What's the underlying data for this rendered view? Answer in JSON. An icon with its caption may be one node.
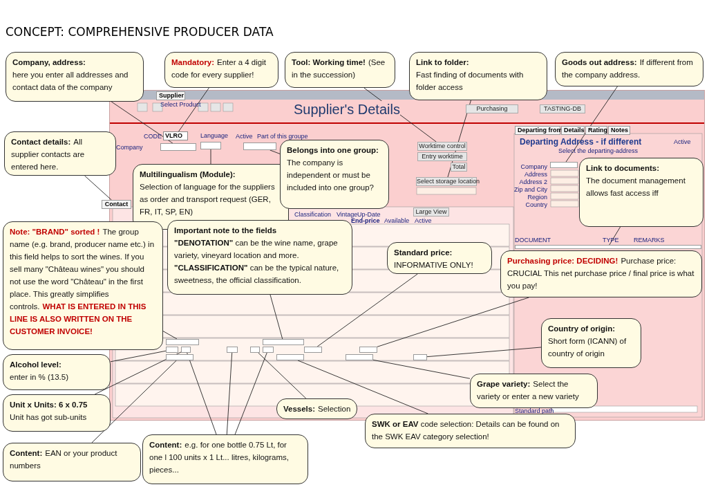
{
  "diagram": {
    "title": "CONCEPT: COMPREHENSIVE PRODUCER DATA",
    "nodes": [
      {
        "text": [
          "Company, address:",
          "here you enter all addresses and contact data of the company"
        ]
      },
      {
        "text": [
          "Mandatory:",
          "Enter a 4 digit code for every supplier!"
        ]
      },
      {
        "text": [
          "Tool: Working time!",
          "(See in the succession)"
        ]
      },
      {
        "text": [
          "Link to folder:",
          "Fast finding of documents with folder access"
        ]
      },
      {
        "text": [
          "Goods out address:",
          "If different from the company address."
        ]
      },
      {
        "text": [
          "Contact details:",
          "All supplier contacts are entered here."
        ]
      },
      {
        "text": [
          "Multilingualism (Module):",
          "Selection of language for the suppliers as order and transport request (GER, FR, IT, SP, EN)"
        ]
      },
      {
        "text": [
          "Belongs into one group:",
          "The company is independent or must be included into one group?"
        ]
      },
      {
        "text": [
          "Link to documents:",
          "The document management allows fast access iff"
        ]
      },
      {
        "text": [
          "Note: \"BRAND\" sorted !",
          "The group name (e.g. brand, producer name etc.) in this field helps to sort the wines. If you sell many \"Château wines\" you should not use the word \"Château\" in the first place. This greatly simplifies controls.",
          "WHAT IS ENTERED IN THIS LINE IS ALSO WRITTEN ON THE CUSTOMER INVOICE!"
        ]
      },
      {
        "text": [
          "Important note to the fields",
          "**\"DENOTATION\"** can be the wine name, grape variety, vineyard location and more. **\"CLASSIFICATION\"** can be the typical nature, sweetness, the official classification."
        ]
      },
      {
        "text": [
          "Standard price:",
          "INFORMATIVE ONLY!"
        ]
      },
      {
        "text": [
          "Purchasing price: DECIDING!",
          "Purchase price: CRUCIAL This net purchase price / final price is what you pay!"
        ]
      },
      {
        "text": [
          "Country of origin:",
          "Short form (ICANN) of country of origin"
        ]
      },
      {
        "text": [
          "Alcohol level:",
          "enter in % (13.5)"
        ]
      },
      {
        "text": [
          "Unit x Units: 6 x 0.75",
          "Unit has got sub-units"
        ]
      },
      {
        "text": [
          "Grape variety:",
          "Select the variety or enter a new variety"
        ]
      },
      {
        "text": [
          "Vessels:",
          "Selection"
        ]
      },
      {
        "text": [
          "**SWK or EAV** code selection: Details can be found on the SWK EAV category selection!"
        ]
      },
      {
        "text": [
          "Content:",
          "EAN or your product numbers"
        ]
      },
      {
        "text": [
          "Content:",
          "e.g. for one bottle 0.75 Lt, for one l 100 units x 1 Lt... litres, kilograms, pieces..."
        ]
      },
      {
        "text": [],
        "shape": "box"
      },
      {
        "text": [
          "VLRO"
        ]
      },
      {
        "text": [],
        "shape": "box"
      },
      {
        "text": [],
        "shape": "box"
      },
      {
        "text": [
          "Worktime control"
        ]
      },
      {
        "text": [
          "Select storage location"
        ]
      },
      {
        "text": [],
        "shape": "box"
      },
      {
        "text": [
          "Contact"
        ]
      },
      {
        "text": [],
        "shape": "box"
      },
      {
        "text": [],
        "shape": "box"
      },
      {
        "text": [],
        "shape": "box"
      },
      {
        "text": [],
        "shape": "box"
      },
      {
        "text": [],
        "shape": "box"
      },
      {
        "text": [],
        "shape": "box"
      },
      {
        "text": [],
        "shape": "box"
      },
      {
        "text": [],
        "shape": "box"
      },
      {
        "text": [],
        "shape": "box"
      },
      {
        "text": [],
        "shape": "box"
      },
      {
        "text": [],
        "shape": "box"
      },
      {
        "text": [],
        "shape": "box"
      },
      {
        "text": [],
        "shape": "box"
      },
      {
        "text": [],
        "shape": "box"
      },
      {
        "text": [
          "Supplier"
        ]
      },
      {
        "text": [
          "Purchasing"
        ]
      },
      {
        "text": [
          "TASTING-DB"
        ]
      },
      {
        "text": [
          "Entry worktime"
        ]
      },
      {
        "text": [
          "Total"
        ]
      },
      {
        "text": [
          "Departing from"
        ]
      },
      {
        "text": [
          "Details"
        ]
      },
      {
        "text": [
          "Rating"
        ]
      },
      {
        "text": [
          "Notes"
        ]
      },
      {
        "text": [
          "Large View"
        ]
      }
    ],
    "edges": [
      {
        "from": 0,
        "to": 21,
        "arrow": "none"
      },
      {
        "from": 1,
        "to": 22,
        "arrow": "none"
      },
      {
        "from": 2,
        "to": 25,
        "arrow": "none"
      },
      {
        "from": 3,
        "to": 26,
        "arrow": "none"
      },
      {
        "from": 4,
        "to": 27,
        "arrow": "none"
      },
      {
        "from": 5,
        "to": 28,
        "arrow": "none"
      },
      {
        "from": 6,
        "to": 23,
        "arrow": "none"
      },
      {
        "from": 7,
        "to": 24,
        "arrow": "none"
      },
      {
        "from": 8,
        "to": 29,
        "arrow": "none"
      },
      {
        "from": 9,
        "to": 30,
        "arrow": "none"
      },
      {
        "from": 10,
        "to": 37,
        "arrow": "none"
      },
      {
        "from": 11,
        "to": 38,
        "arrow": "none"
      },
      {
        "from": 12,
        "to": 39,
        "arrow": "none"
      },
      {
        "from": 13,
        "to": 42,
        "arrow": "none"
      },
      {
        "from": 14,
        "to": 31,
        "arrow": "none"
      },
      {
        "from": 15,
        "to": 32,
        "arrow": "none"
      },
      {
        "from": 16,
        "to": 41,
        "arrow": "none"
      },
      {
        "from": 17,
        "to": 35,
        "arrow": "none"
      },
      {
        "from": 18,
        "to": 40,
        "arrow": "none"
      },
      {
        "from": 19,
        "to": 33,
        "arrow": "none"
      },
      {
        "from": 20,
        "to": 32,
        "arrow": "none"
      },
      {
        "from": 20,
        "to": 34,
        "arrow": "none"
      },
      {
        "from": 20,
        "to": 36,
        "arrow": "none"
      }
    ],
    "labels": [
      "Select Product",
      "Supplier's Details",
      "CODE",
      "Language",
      "Active",
      "Part of this groupe",
      "Company",
      "Departing Address - if different",
      "Active",
      "Select the departing-address",
      "Company",
      "Address",
      "Address 2",
      "Zip and City",
      "Region",
      "Country",
      "Classification",
      "Vintage",
      "Up-Date",
      "End-price",
      "Available",
      "Active",
      "DOCUMENT",
      "TYPE",
      "REMARKS",
      "Standard path"
    ]
  }
}
